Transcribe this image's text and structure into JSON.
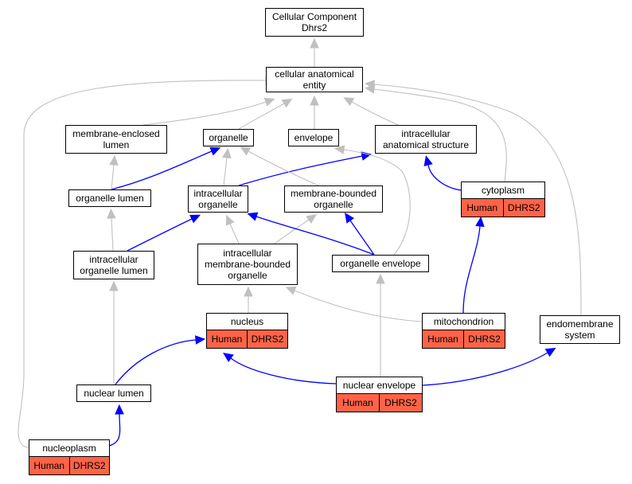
{
  "colors": {
    "is_a_edge": "#c0c0c0",
    "part_of_edge": "#0000ff",
    "annotation_fill": "#ff6347"
  },
  "nodes": {
    "root": {
      "label": "Cellular Component\nDhrs2"
    },
    "cellular_anatomical_entity": {
      "label": "cellular anatomical\nentity"
    },
    "membrane_enclosed_lumen": {
      "label": "membrane-enclosed\nlumen"
    },
    "organelle": {
      "label": "organelle"
    },
    "envelope": {
      "label": "envelope"
    },
    "intracellular_anatomical_structure": {
      "label": "intracellular\nanatomical structure"
    },
    "organelle_lumen": {
      "label": "organelle lumen"
    },
    "intracellular_organelle": {
      "label": "intracellular\norganelle"
    },
    "membrane_bounded_organelle": {
      "label": "membrane-bounded\norganelle"
    },
    "cytoplasm": {
      "label": "cytoplasm",
      "species": "Human",
      "gene": "DHRS2"
    },
    "intracellular_organelle_lumen": {
      "label": "intracellular\norganelle lumen"
    },
    "intracellular_membrane_bounded_organelle": {
      "label": "intracellular\nmembrane-bounded\norganelle"
    },
    "organelle_envelope": {
      "label": "organelle envelope"
    },
    "nucleus": {
      "label": "nucleus",
      "species": "Human",
      "gene": "DHRS2"
    },
    "mitochondrion": {
      "label": "mitochondrion",
      "species": "Human",
      "gene": "DHRS2"
    },
    "endomembrane_system": {
      "label": "endomembrane\nsystem"
    },
    "nuclear_lumen": {
      "label": "nuclear lumen"
    },
    "nuclear_envelope": {
      "label": "nuclear envelope",
      "species": "Human",
      "gene": "DHRS2"
    },
    "nucleoplasm": {
      "label": "nucleoplasm",
      "species": "Human",
      "gene": "DHRS2"
    }
  },
  "edges": [
    {
      "from": "cellular_anatomical_entity",
      "to": "root",
      "type": "is_a"
    },
    {
      "from": "membrane_enclosed_lumen",
      "to": "cellular_anatomical_entity",
      "type": "is_a"
    },
    {
      "from": "organelle",
      "to": "cellular_anatomical_entity",
      "type": "is_a"
    },
    {
      "from": "envelope",
      "to": "cellular_anatomical_entity",
      "type": "is_a"
    },
    {
      "from": "intracellular_anatomical_structure",
      "to": "cellular_anatomical_entity",
      "type": "is_a"
    },
    {
      "from": "cytoplasm",
      "to": "cellular_anatomical_entity",
      "type": "is_a"
    },
    {
      "from": "endomembrane_system",
      "to": "cellular_anatomical_entity",
      "type": "is_a"
    },
    {
      "from": "nucleoplasm",
      "to": "cellular_anatomical_entity",
      "type": "is_a"
    },
    {
      "from": "organelle_lumen",
      "to": "membrane_enclosed_lumen",
      "type": "is_a"
    },
    {
      "from": "organelle_lumen",
      "to": "organelle",
      "type": "part_of"
    },
    {
      "from": "intracellular_organelle",
      "to": "organelle",
      "type": "is_a"
    },
    {
      "from": "intracellular_organelle",
      "to": "intracellular_anatomical_structure",
      "type": "part_of"
    },
    {
      "from": "membrane_bounded_organelle",
      "to": "organelle",
      "type": "is_a"
    },
    {
      "from": "cytoplasm",
      "to": "intracellular_anatomical_structure",
      "type": "part_of"
    },
    {
      "from": "intracellular_organelle_lumen",
      "to": "organelle_lumen",
      "type": "is_a"
    },
    {
      "from": "intracellular_organelle_lumen",
      "to": "intracellular_organelle",
      "type": "part_of"
    },
    {
      "from": "intracellular_membrane_bounded_organelle",
      "to": "intracellular_organelle",
      "type": "is_a"
    },
    {
      "from": "intracellular_membrane_bounded_organelle",
      "to": "membrane_bounded_organelle",
      "type": "is_a"
    },
    {
      "from": "organelle_envelope",
      "to": "intracellular_organelle",
      "type": "part_of"
    },
    {
      "from": "organelle_envelope",
      "to": "membrane_bounded_organelle",
      "type": "part_of"
    },
    {
      "from": "organelle_envelope",
      "to": "envelope",
      "type": "is_a"
    },
    {
      "from": "nucleus",
      "to": "intracellular_membrane_bounded_organelle",
      "type": "is_a"
    },
    {
      "from": "mitochondrion",
      "to": "intracellular_membrane_bounded_organelle",
      "type": "is_a"
    },
    {
      "from": "mitochondrion",
      "to": "cytoplasm",
      "type": "part_of"
    },
    {
      "from": "nuclear_lumen",
      "to": "intracellular_organelle_lumen",
      "type": "is_a"
    },
    {
      "from": "nuclear_lumen",
      "to": "nucleus",
      "type": "part_of"
    },
    {
      "from": "nuclear_envelope",
      "to": "organelle_envelope",
      "type": "is_a"
    },
    {
      "from": "nuclear_envelope",
      "to": "nucleus",
      "type": "part_of"
    },
    {
      "from": "nuclear_envelope",
      "to": "endomembrane_system",
      "type": "part_of"
    },
    {
      "from": "nucleoplasm",
      "to": "nuclear_lumen",
      "type": "part_of"
    }
  ]
}
